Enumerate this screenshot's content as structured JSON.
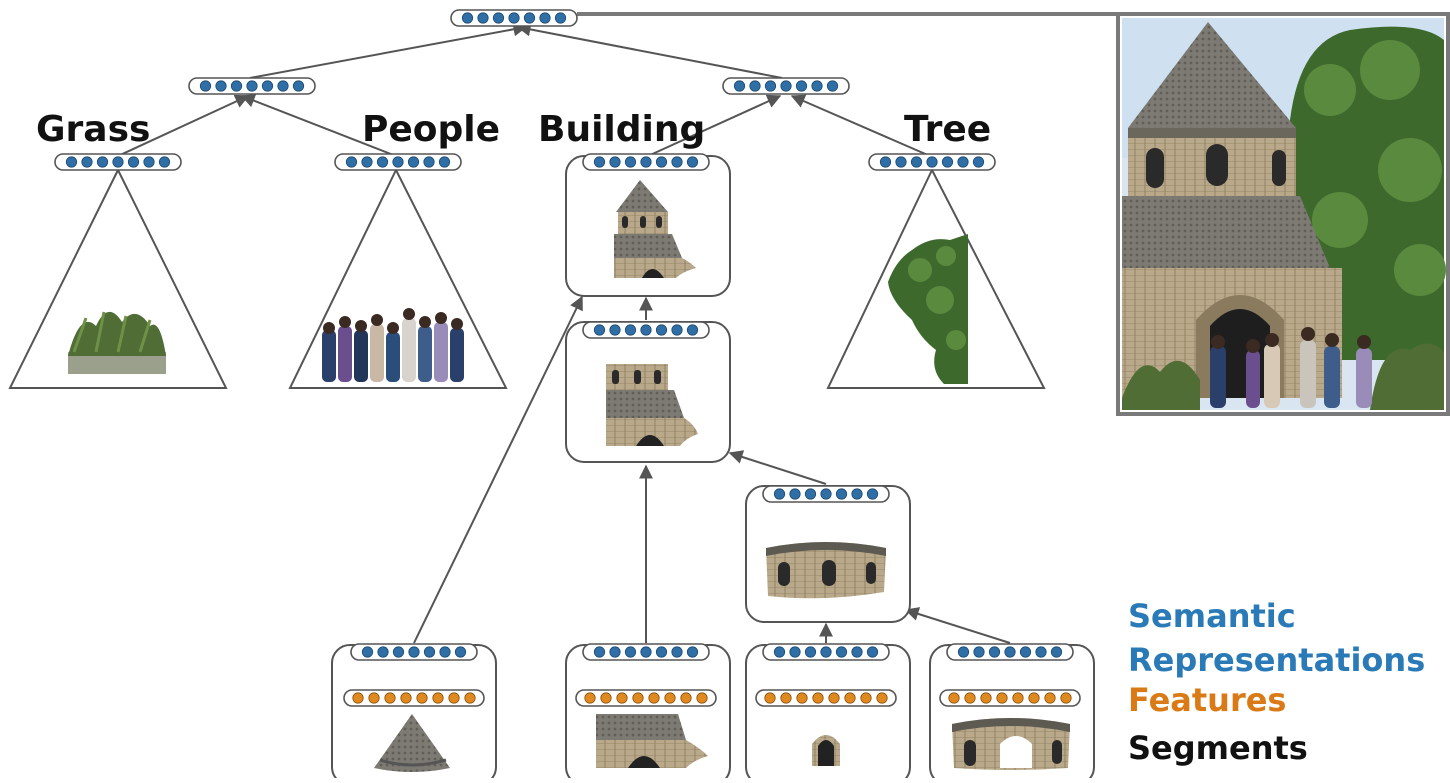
{
  "class_labels": {
    "grass": "Grass",
    "people": "People",
    "building": "Building",
    "tree": "Tree"
  },
  "legend": {
    "semantic": "Semantic",
    "representations": "Representations",
    "features": "Features",
    "segments": "Segments"
  },
  "colors": {
    "semantic": "#2a7ab8",
    "features": "#d97a17",
    "segments": "#111111",
    "node_dot": "#2f6fa6",
    "feature_dot": "#e0891e",
    "stroke": "#555555"
  }
}
